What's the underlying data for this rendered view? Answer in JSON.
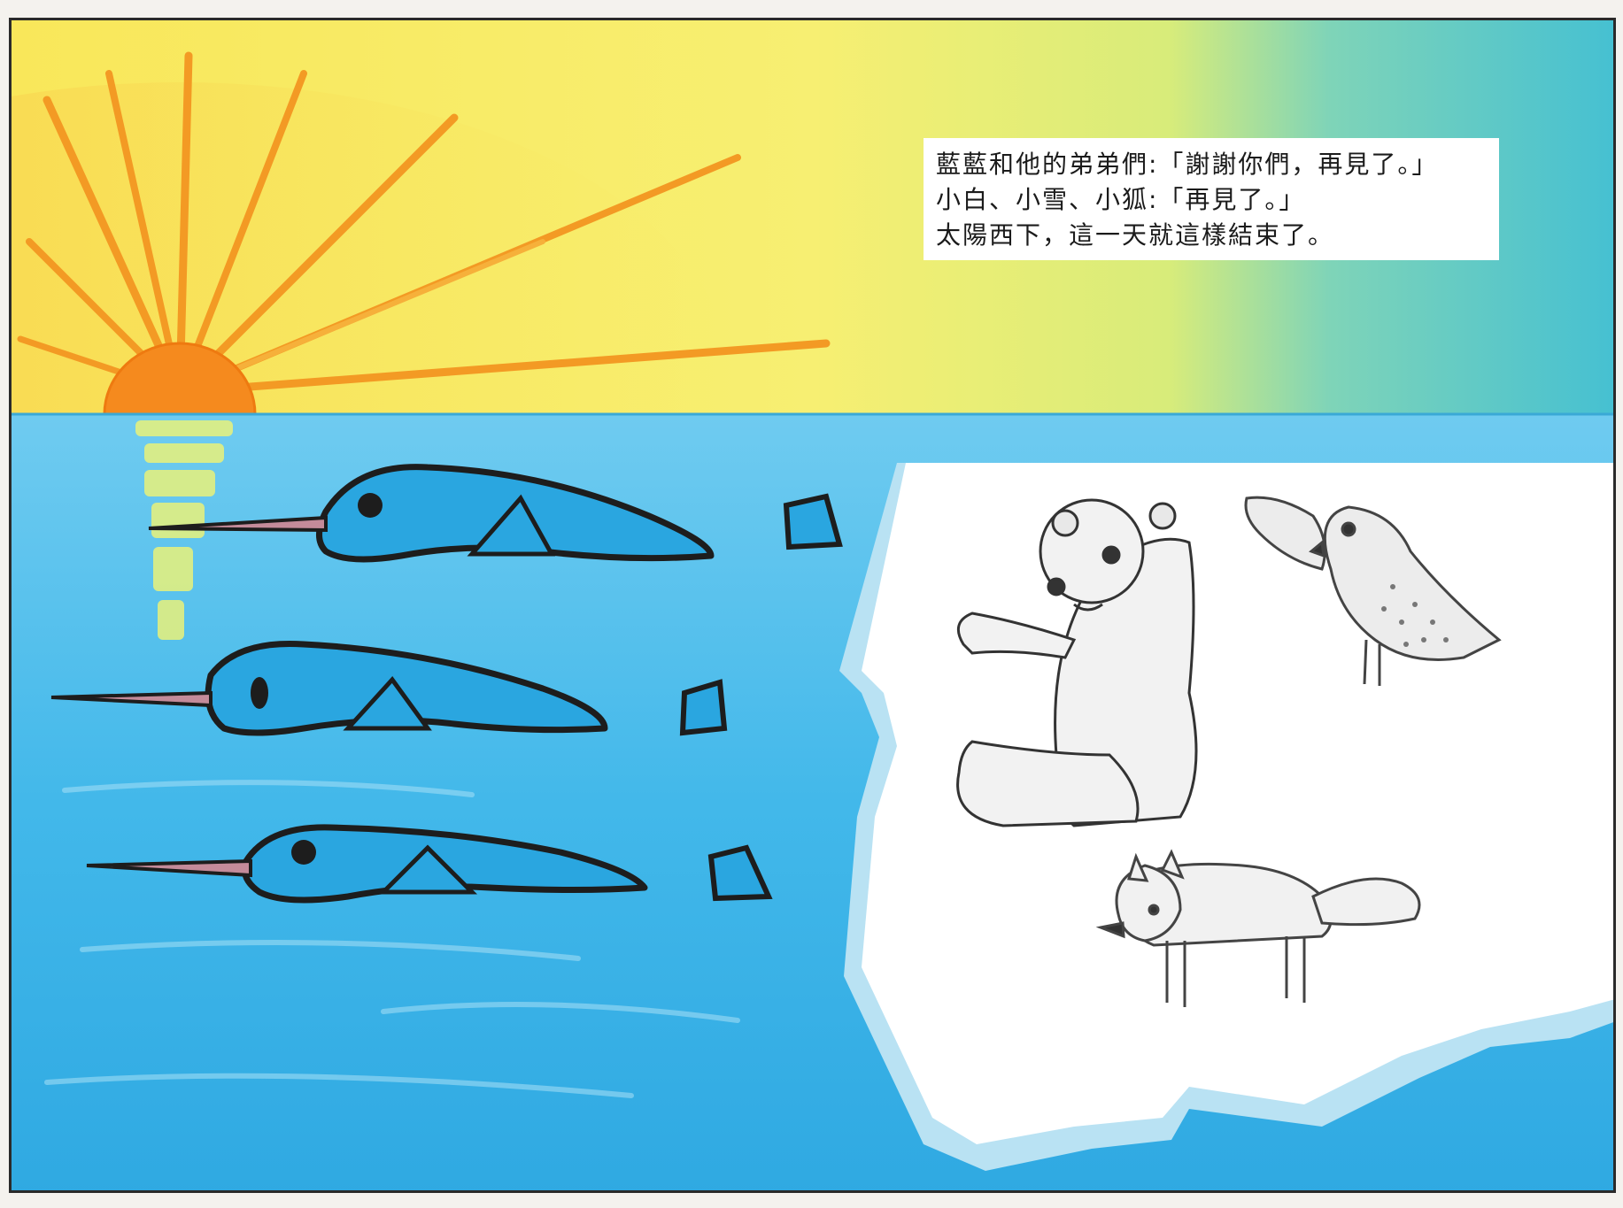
{
  "caption": {
    "lines": [
      "藍藍和他的弟弟們:「謝謝你們，再見了。」",
      "小白、小雪、小狐:「再見了。」",
      "太陽西下，這一天就這樣結束了。"
    ]
  },
  "colors": {
    "sky_yellow": "#f7ec62",
    "sky_teal": "#4fc4cf",
    "sun_orange": "#f58a1e",
    "sea_blue": "#3fb7e6",
    "narwhal_blue": "#2aa6e0",
    "ice_white": "#ffffff",
    "ice_edge": "#a8dbef",
    "outline": "#1d1d1d"
  },
  "icons": [
    "sun-icon",
    "narwhal-icon",
    "polar-bear-icon",
    "snowy-owl-icon",
    "arctic-fox-icon",
    "ice-floe-icon"
  ]
}
